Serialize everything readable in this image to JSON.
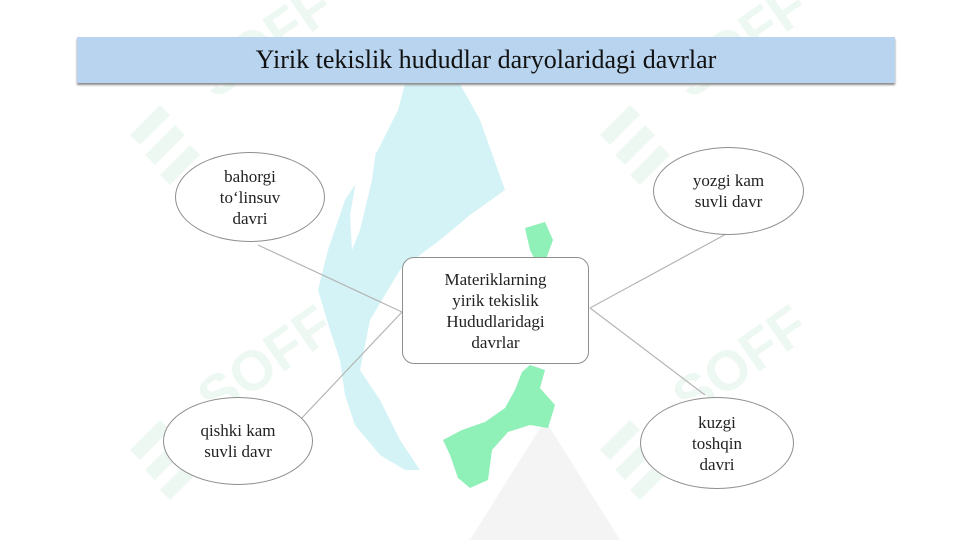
{
  "title": "Yirik tekislik hududlar daryolaridagi  davrlar",
  "center_node": "Materiklarning\nyirik tekislik\nHududlaridagi\ndavrlar",
  "nodes": {
    "spring": "bahorgi\nto‘linsuv\ndavri",
    "summer": "yozgi kam\nsuvli davr",
    "winter": "qishki kam\nsuvli davr",
    "autumn": "kuzgi\ntoshqin\ndavri"
  },
  "watermark": "SOFF",
  "colors": {
    "title_bg": "#b8d4ee",
    "map_cyan": "#d4f3f6",
    "map_green": "#8ff0b8",
    "watermark": "#eef8f2"
  }
}
